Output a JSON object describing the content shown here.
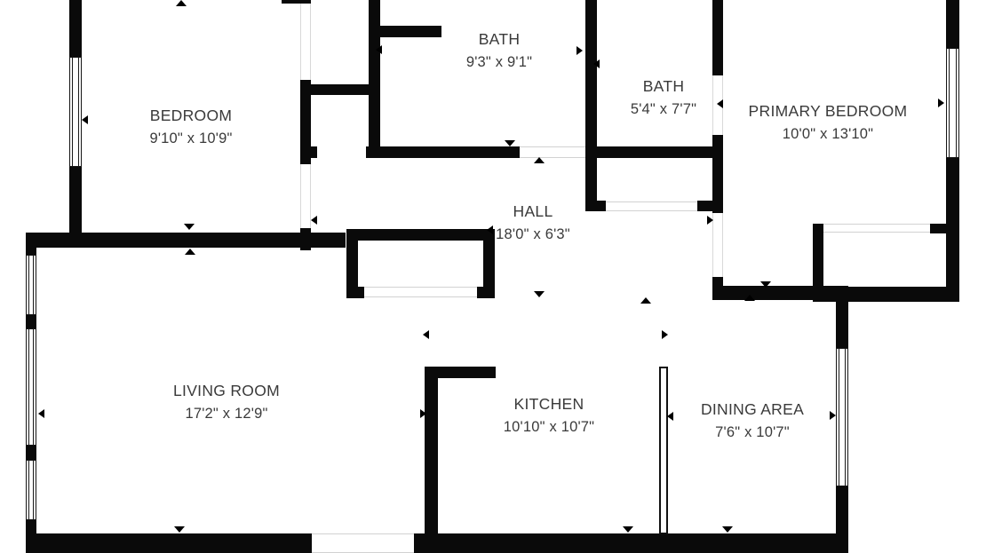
{
  "plan": {
    "type": "floor-plan",
    "colors": {
      "background": "#ffffff",
      "walls": "#0a0a0a",
      "labels": "#3a3a3a"
    },
    "rooms": [
      {
        "name": "BEDROOM",
        "dimensions": "9'10\" x 10'9\""
      },
      {
        "name": "BATH",
        "dimensions": "9'3\" x 9'1\""
      },
      {
        "name": "BATH",
        "dimensions": "5'4\" x 7'7\""
      },
      {
        "name": "PRIMARY BEDROOM",
        "dimensions": "10'0\" x 13'10\""
      },
      {
        "name": "HALL",
        "dimensions": "18'0\" x 6'3\""
      },
      {
        "name": "LIVING ROOM",
        "dimensions": "17'2\" x 12'9\""
      },
      {
        "name": "KITCHEN",
        "dimensions": "10'10\" x 10'7\""
      },
      {
        "name": "DINING AREA",
        "dimensions": "7'6\" x 10'7\""
      }
    ]
  }
}
